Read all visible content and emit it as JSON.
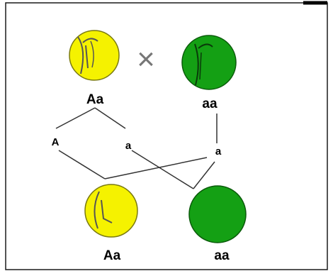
{
  "colors": {
    "yellow": "#f5f200",
    "green": "#14a014",
    "dark_green": "#0a6a0a",
    "line": "#333333",
    "frame": "#1a1a1a"
  },
  "cross_symbol": "×",
  "parents": [
    {
      "genotype": "Aa",
      "color": "yellow",
      "icon": "yellow-pea-wrinkled-icon"
    },
    {
      "genotype": "aa",
      "color": "green",
      "icon": "green-pea-wrinkled-icon"
    }
  ],
  "gametes": [
    {
      "allele": "A",
      "from": "Aa"
    },
    {
      "allele": "a",
      "from": "Aa"
    },
    {
      "allele": "a",
      "from": "aa"
    }
  ],
  "offspring": [
    {
      "genotype": "Aa",
      "color": "yellow",
      "icon": "yellow-pea-wrinkled-icon"
    },
    {
      "genotype": "aa",
      "color": "green",
      "icon": "green-pea-smooth-icon"
    }
  ]
}
